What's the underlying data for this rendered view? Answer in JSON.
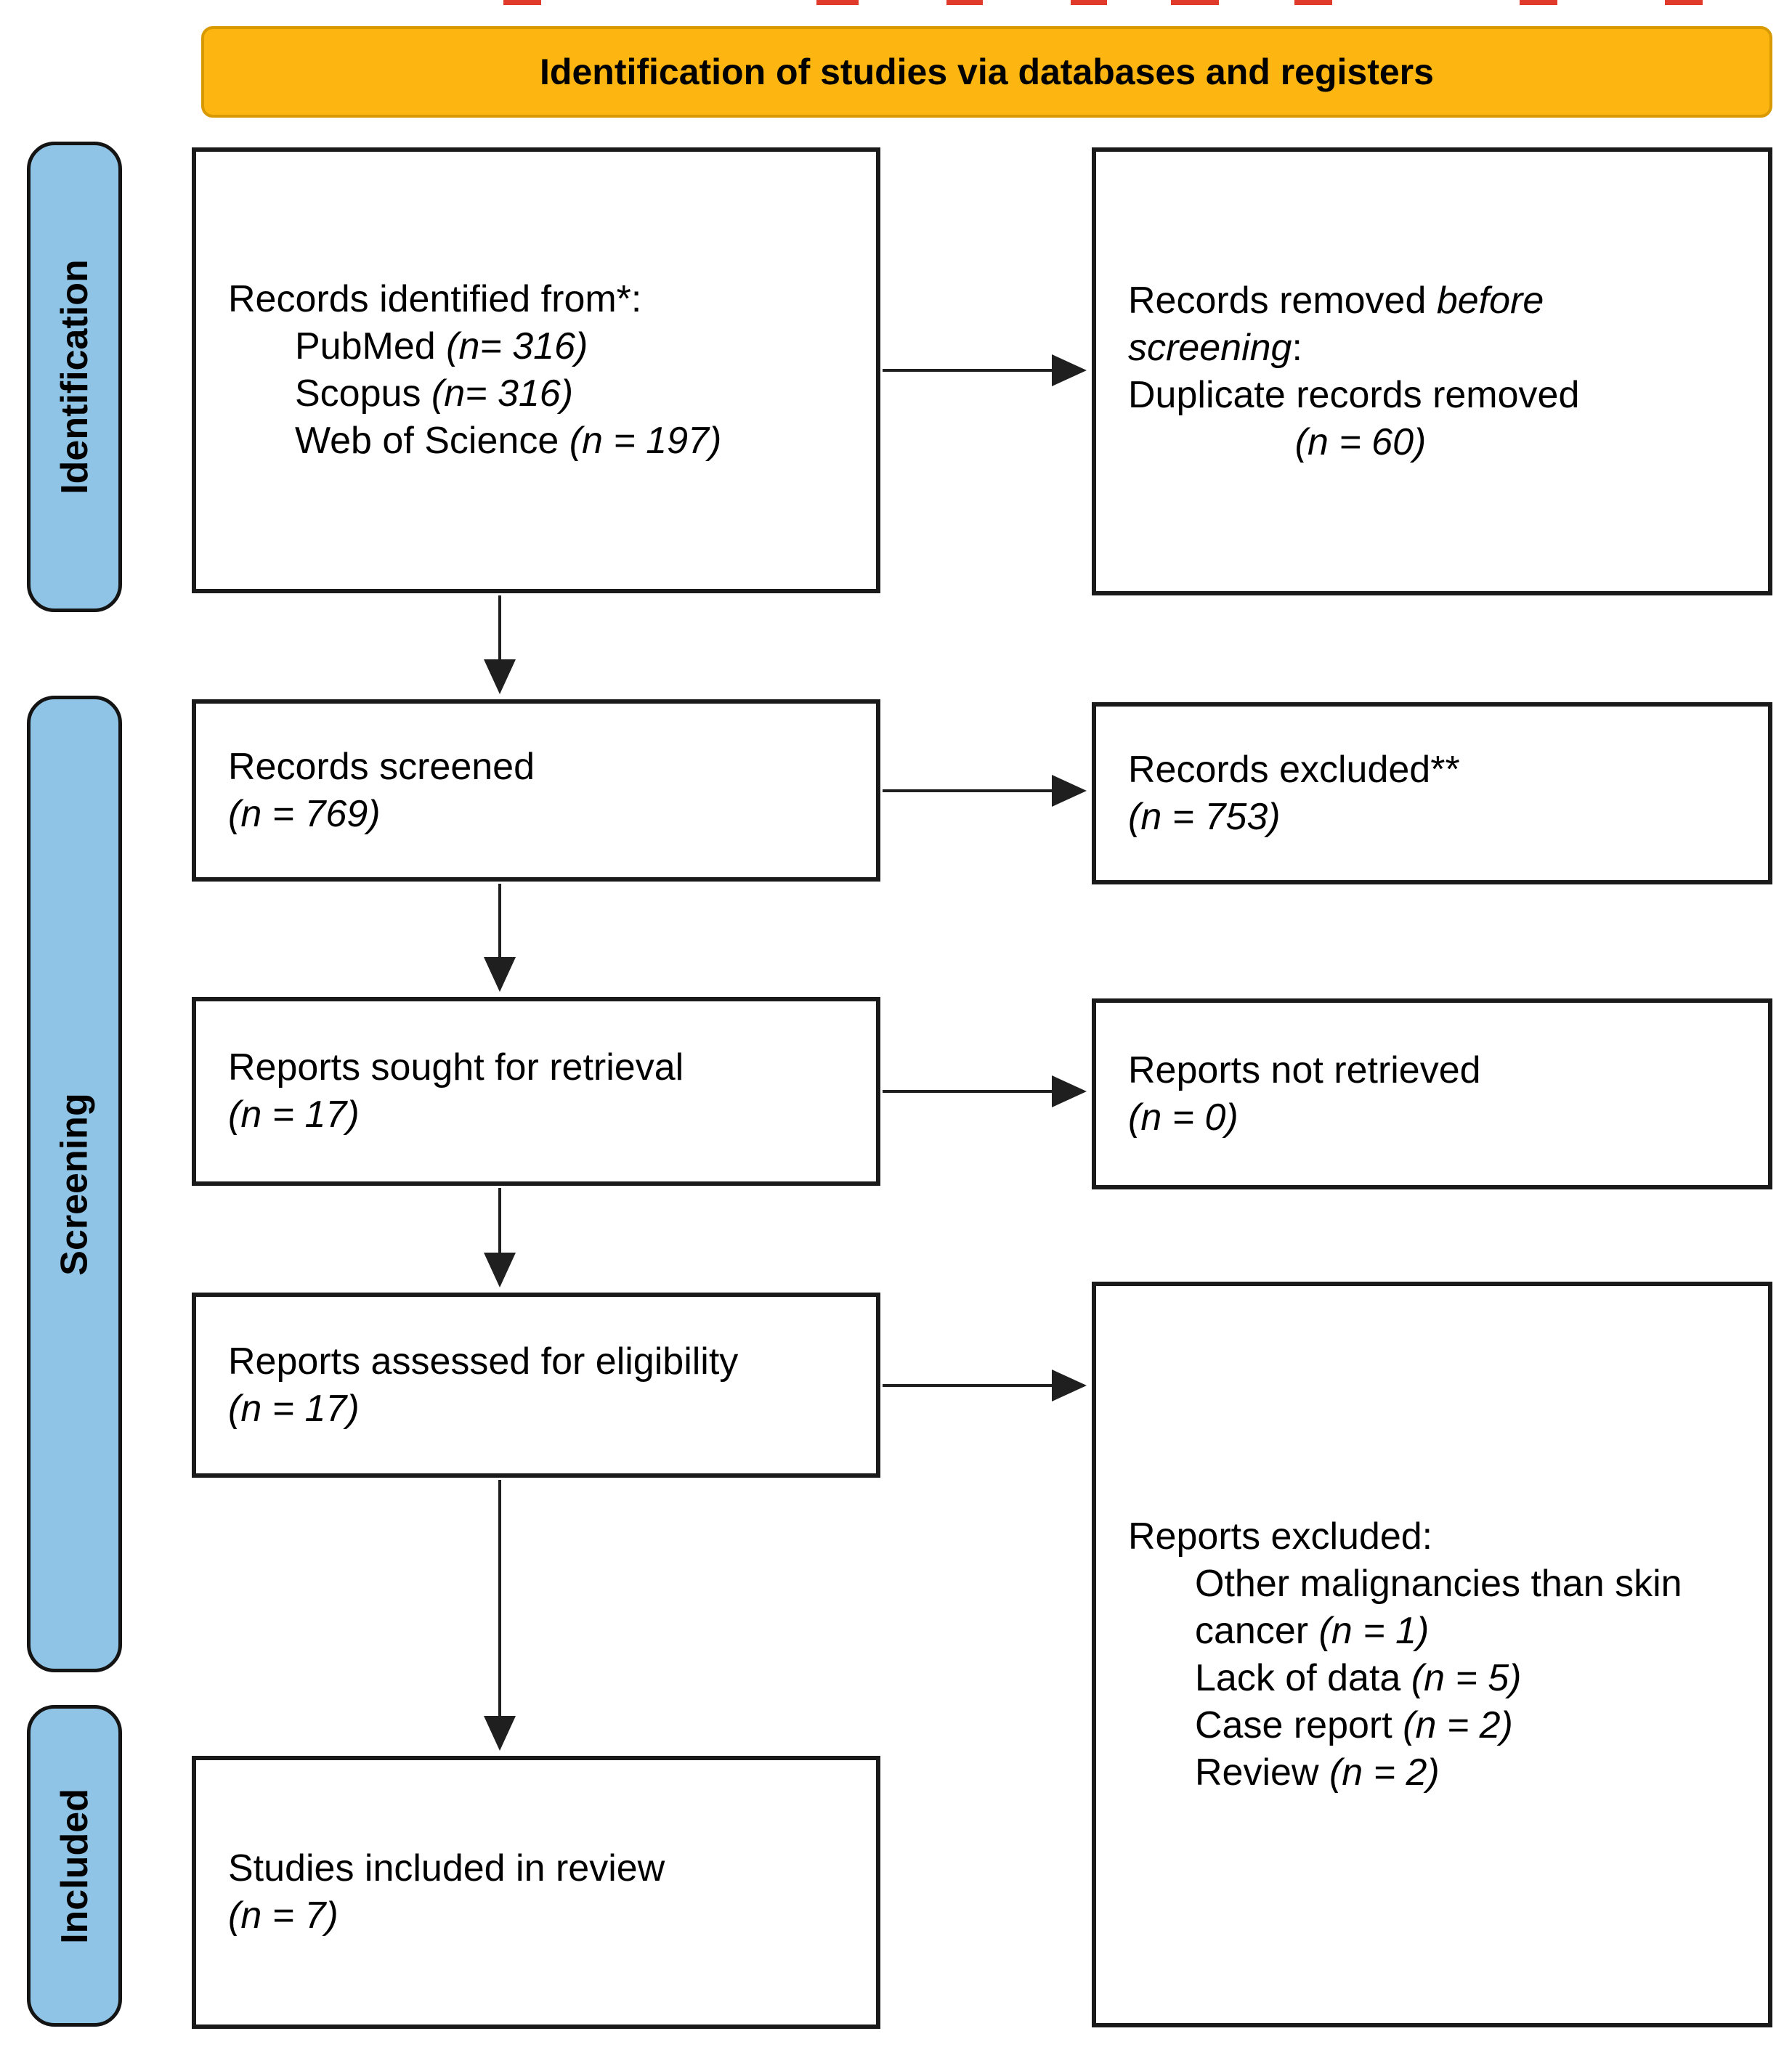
{
  "title_banner": {
    "label": "Identification of studies via databases and registers",
    "bg_color": "#fcb511",
    "border_color": "#d89a00"
  },
  "side_labels": {
    "bg_color": "#8fc4e6",
    "identification": "Identification",
    "screening": "Screening",
    "included": "Included"
  },
  "left_column": {
    "records_identified": {
      "intro": "Records identified from*:",
      "sources": [
        {
          "name": "PubMed ",
          "count": "(n= 316)"
        },
        {
          "name": "Scopus ",
          "count": "(n= 316)"
        },
        {
          "name": "Web of Science ",
          "count": "(n = 197)"
        }
      ]
    },
    "records_screened": {
      "label": "Records screened",
      "count": "(n = 769)"
    },
    "reports_sought": {
      "label": "Reports sought for retrieval",
      "count": "(n = 17)"
    },
    "reports_assessed": {
      "label": "Reports assessed for eligibility",
      "count": "(n = 17)"
    },
    "studies_included": {
      "label": "Studies included in review",
      "count": "(n = 7)"
    }
  },
  "right_column": {
    "records_removed": {
      "line1_text": "Records removed ",
      "line1_italic": "before",
      "line2_italic": "screening",
      "line2_text": ":",
      "line3": "Duplicate records removed",
      "count": "(n = 60)"
    },
    "records_excluded": {
      "label": "Records excluded**",
      "count": "(n = 753)"
    },
    "reports_not_retrieved": {
      "label": "Reports not retrieved",
      "count": "(n = 0)"
    },
    "reports_excluded": {
      "heading": "Reports excluded:",
      "reasons": [
        {
          "name": "Other malignancies than skin cancer ",
          "count": "(n = 1)"
        },
        {
          "name": "Lack of data ",
          "count": "(n = 5)"
        },
        {
          "name": "Case report ",
          "count": "(n = 2)"
        },
        {
          "name": "Review ",
          "count": "(n = 2)"
        }
      ]
    }
  }
}
